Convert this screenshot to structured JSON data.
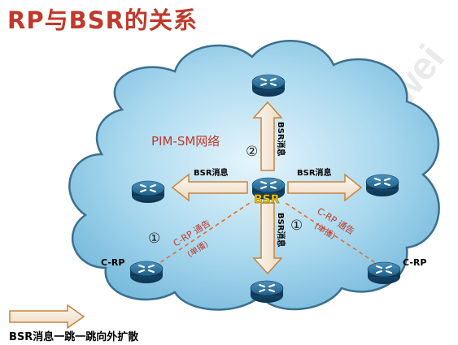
{
  "title": "RP与BSR的关系",
  "network_label": "PIM-SM网络",
  "bsr_label": "BSR",
  "messages": {
    "bsr_msg_left": "BSR消息",
    "bsr_msg_right": "BSR消息",
    "bsr_msg_up": "BSR消息",
    "bsr_msg_down": "BSR消息"
  },
  "step_markers": {
    "up": "②",
    "left": "①",
    "right": "①"
  },
  "crp_announce": {
    "left_title": "C-RP 通告",
    "left_sub": "(单播)",
    "right_title": "C-RP 通告",
    "right_sub": "(单播)"
  },
  "router_labels": {
    "left": "C-RP",
    "right": "C-RP"
  },
  "legend_text": "BSR消息一跳一跳向外扩散",
  "watermark_text": "ng.huawei",
  "colors": {
    "title": "#c0392b",
    "red_text": "#c0392b",
    "cloud_fill": "#a9d8ee",
    "cloud_stroke": "#3b6f8f",
    "arrow_fill": "#f6eadc",
    "arrow_stroke": "#c9833e",
    "router_body": "#1f5f86",
    "bsr_text": "#f4c400",
    "dash_line": "#e0702c"
  }
}
